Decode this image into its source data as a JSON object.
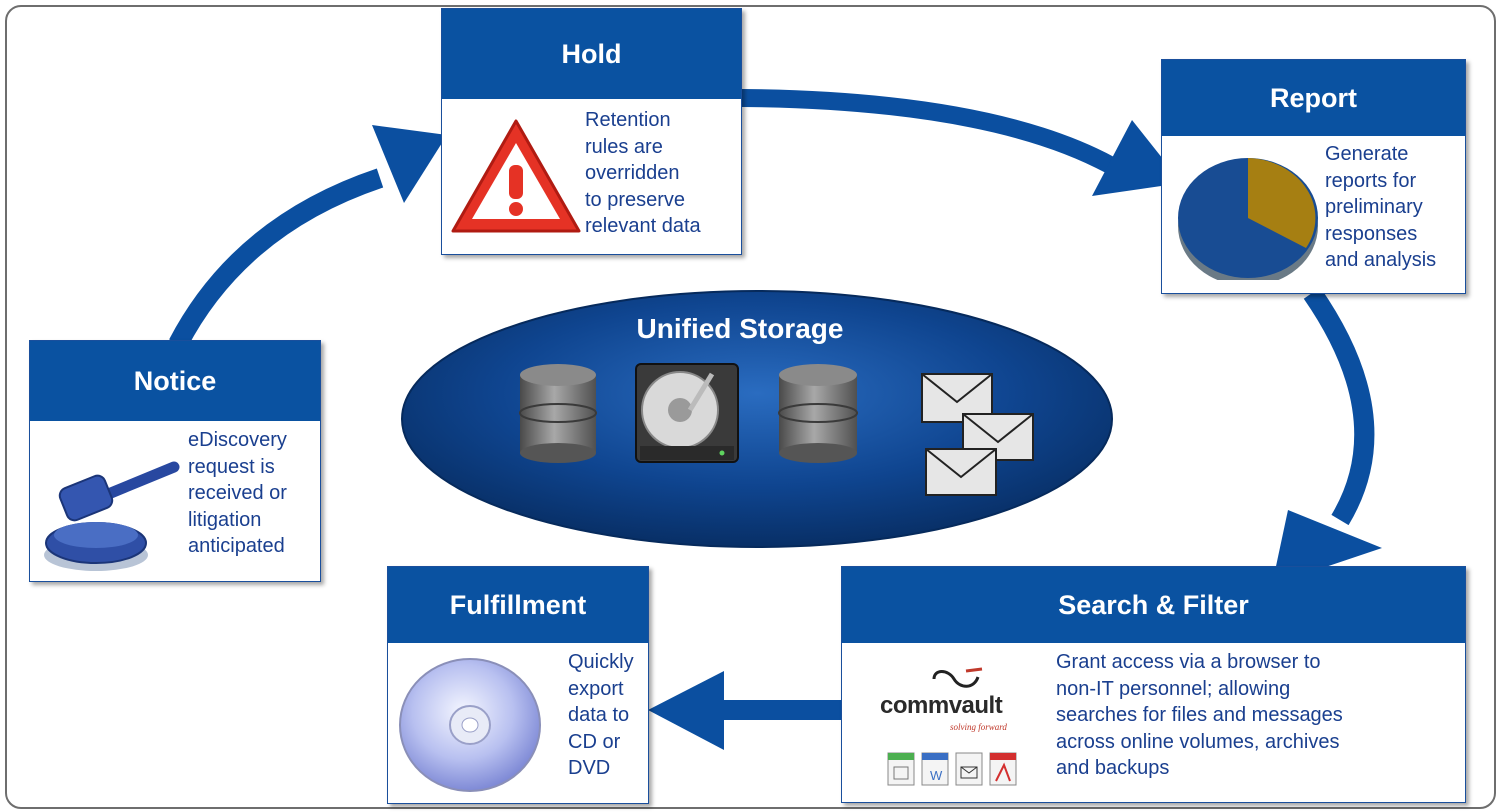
{
  "boxes": {
    "hold": {
      "title": "Hold",
      "text": "Retention\nrules are\noverridden\nto preserve\nrelevant data"
    },
    "report": {
      "title": "Report",
      "text": "Generate\nreports for\npreliminary\nresponses\nand analysis"
    },
    "notice": {
      "title": "Notice",
      "text": "eDiscovery\nrequest is\nreceived or\nlitigation\nanticipated"
    },
    "search": {
      "title": "Search & Filter",
      "text": "Grant access via a browser to\nnon-IT personnel; allowing\nsearches for files and messages\nacross online volumes, archives\nand backups"
    },
    "fulfillment": {
      "title": "Fulfillment",
      "text": "Quickly\nexport\ndata to\nCD or\nDVD"
    }
  },
  "storage": {
    "title": "Unified Storage"
  },
  "logo": {
    "brand": "commvault",
    "tagline": "solving forward"
  },
  "colors": {
    "header": "#0a52a1",
    "arrow": "#0b4fa0",
    "ellipse": "#0d3f80",
    "text": "#1a3f8f"
  },
  "icons": [
    "gavel-icon",
    "warning-icon",
    "pie-chart-icon",
    "database-icon",
    "hard-drive-icon",
    "envelopes-icon",
    "cd-icon",
    "file-type-icons"
  ]
}
